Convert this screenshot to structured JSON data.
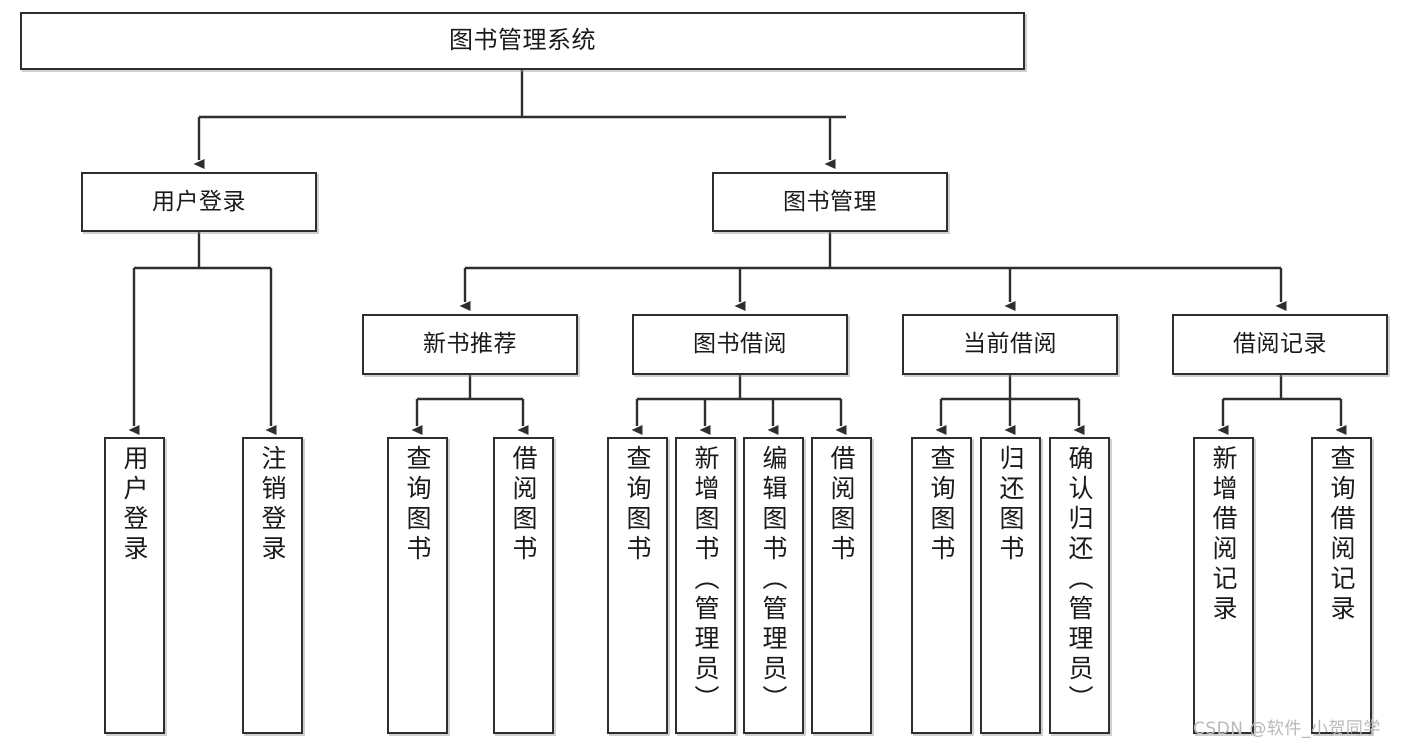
{
  "diagram": {
    "title": "图书管理系统",
    "type": "tree-hierarchy",
    "root": {
      "label": "图书管理系统"
    },
    "level2": [
      {
        "label": "用户登录"
      },
      {
        "label": "图书管理"
      }
    ],
    "level3": [
      {
        "label": "新书推荐"
      },
      {
        "label": "图书借阅"
      },
      {
        "label": "当前借阅"
      },
      {
        "label": "借阅记录"
      }
    ],
    "leaves": {
      "user_login": [
        {
          "label": "用户登录"
        },
        {
          "label": "注销登录"
        }
      ],
      "new_book_recommend": [
        {
          "label": "查询图书"
        },
        {
          "label": "借阅图书"
        }
      ],
      "book_borrow": [
        {
          "label": "查询图书"
        },
        {
          "label": "新增图书（管理员）"
        },
        {
          "label": "编辑图书（管理员）"
        },
        {
          "label": "借阅图书"
        }
      ],
      "current_borrow": [
        {
          "label": "查询图书"
        },
        {
          "label": "归还图书"
        },
        {
          "label": "确认归还（管理员）"
        }
      ],
      "borrow_record": [
        {
          "label": "新增借阅记录"
        },
        {
          "label": "查询借阅记录"
        }
      ]
    }
  },
  "watermark": {
    "text": "CSDN @软件_小贺同学"
  },
  "colors": {
    "box_border": "#2e2e2e",
    "box_fill": "#ffffff",
    "line": "#2e2e2e",
    "text": "#1a1a1a",
    "watermark": "#b9b9b9"
  }
}
